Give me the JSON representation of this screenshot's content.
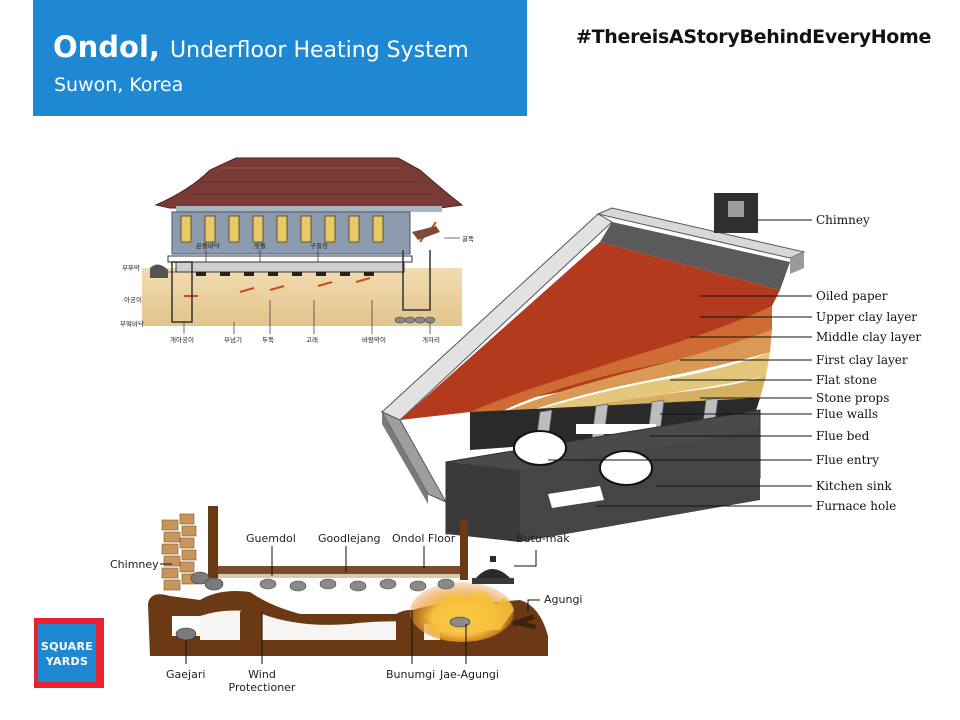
{
  "header": {
    "title_bold": "Ondol,",
    "title_rest": "Underfloor Heating System",
    "location": "Suwon, Korea"
  },
  "hashtag": "#ThereisAStoryBehindEveryHome",
  "logo": {
    "line1": "SQUARE",
    "line2": "YARDS"
  },
  "layered_diagram": {
    "labels": [
      "Chimney",
      "Oiled paper",
      "Upper clay layer",
      "Middle clay layer",
      "First clay layer",
      "Flat stone",
      "Stone props",
      "Flue walls",
      "Flue bed",
      "Flue entry",
      "Kitchen sink",
      "Furnace hole"
    ]
  },
  "korean_diagram": {
    "labels": [
      "굴뚝",
      "부뚜막",
      "아궁이",
      "부엌바닥",
      "온돌바닥",
      "윗돌",
      "구들장",
      "개자리",
      "바람막이",
      "고래",
      "두둑",
      "부넘기",
      "개아궁이"
    ]
  },
  "cross_section": {
    "top_labels": [
      "Chimney",
      "Guemdol",
      "Goodlejang",
      "Ondol Floor",
      "Butu-mak",
      "Agungi"
    ],
    "bottom_labels": [
      "Gaejari",
      "Wind Protectioner",
      "Bunumgi",
      "Jae-Agungi"
    ]
  },
  "colors": {
    "title_bg": "#1e88d2",
    "logo_red": "#e8232f",
    "ground_brown": "#6b3a14",
    "roof": "#7a3b36"
  }
}
